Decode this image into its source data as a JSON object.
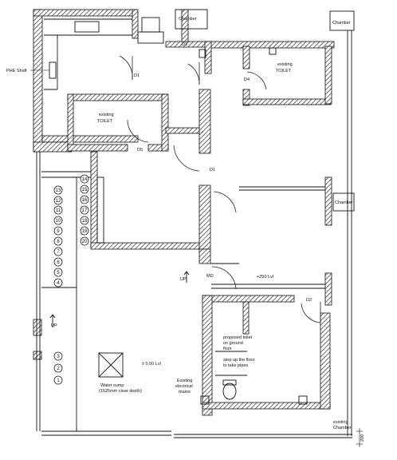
{
  "labels": {
    "phe_shaft": "PHE Shaft",
    "chamber_top_left": "Chamber",
    "chamber_top_right": "Chamber",
    "chamber_right": "Chamber",
    "existing_chamber_a": "existing",
    "existing_chamber_b": "Chamber",
    "toilet_right_a": "existing",
    "toilet_right_b": "TOILET",
    "toilet_left_a": "existing",
    "toilet_left_b": "TOILET",
    "door_d1_upper": "D1",
    "door_d1_lower": "D1",
    "door_d3": "D3",
    "door_d4": "D4",
    "door_d5": "D5",
    "door_d2": "D2",
    "door_md": "MD",
    "level_upper": "+250 Lvl",
    "level_lower": "± 0.00 Lvl",
    "up_upper": "UP",
    "up_lower": "UP",
    "water_sump_a": "Water sump",
    "water_sump_b": "(1525mm clear depth)",
    "electrical_a": "Existing",
    "electrical_b": "electrical",
    "electrical_c": "mains",
    "proposed_a": "proposed toilet",
    "proposed_b": "on ground",
    "proposed_c": "floor",
    "proposed_d": "step up the floor",
    "proposed_e": "to take pipes",
    "dimension": "200"
  },
  "steps_left": [
    "13",
    "12",
    "11",
    "10",
    "9",
    "8",
    "7",
    "6",
    "5",
    "4",
    "3",
    "2",
    "1"
  ],
  "steps_right": [
    "14",
    "15",
    "16",
    "17",
    "18",
    "19",
    "20"
  ]
}
